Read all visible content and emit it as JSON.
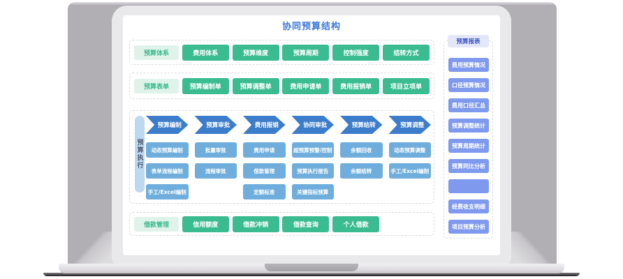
{
  "title": "协同预算结构",
  "sections": {
    "budget_system": {
      "label": "预算体系",
      "buttons": [
        "费用体系",
        "预算维度",
        "预算周期",
        "控制强度",
        "结转方式"
      ]
    },
    "budget_forms": {
      "label": "预算表单",
      "buttons": [
        "预算编制单",
        "预算调整单",
        "费用申请单",
        "费用报销单",
        "项目立项单"
      ]
    },
    "budget_execution": {
      "label": "预算执行",
      "columns": [
        {
          "header": "预算编制",
          "items": [
            "动态预算编制",
            "表单流程编制",
            "手工/Excel编制"
          ]
        },
        {
          "header": "预算审批",
          "items": [
            "批量审批",
            "流程审批"
          ]
        },
        {
          "header": "费用报销",
          "items": [
            "费用申请",
            "借款管理",
            "定额标准"
          ]
        },
        {
          "header": "协同审批",
          "items": [
            "超预算预警/控制",
            "预算执行报告",
            "关键指标预算"
          ]
        },
        {
          "header": "预算结转",
          "items": [
            "余额回收",
            "余额结转"
          ]
        },
        {
          "header": "预算调整",
          "items": [
            "动态预算调整",
            "手工/Excel编制"
          ]
        }
      ]
    },
    "loan_management": {
      "label": "借款管理",
      "buttons": [
        "信用额度",
        "借款冲销",
        "借款查询",
        "个人借款"
      ]
    }
  },
  "sidebar": {
    "header": "预算报表",
    "items": [
      "费用预算情况",
      "口径预算情况",
      "费用口径汇总",
      "预算调整统计",
      "预算周期统计",
      "预算同比分析",
      "",
      "经费收支明细",
      "项目预算分析"
    ]
  },
  "colors": {
    "title_blue": "#3d78d8",
    "green_button": "#3abc90",
    "green_label_bg": "#dff3eb",
    "green_label_text": "#3cba8f",
    "chevron_blue": "#3b7ccb",
    "sub_button_blue": "#6faedc",
    "vertical_bar_blue": "#bcd9f2",
    "sidebar_button": "#7e99ed",
    "sidebar_header_bg": "#e3e7f9",
    "sidebar_header_text": "#3d55c4",
    "laptop_back": "#b1aeb4",
    "laptop_bezel": "#e9e8ea"
  }
}
